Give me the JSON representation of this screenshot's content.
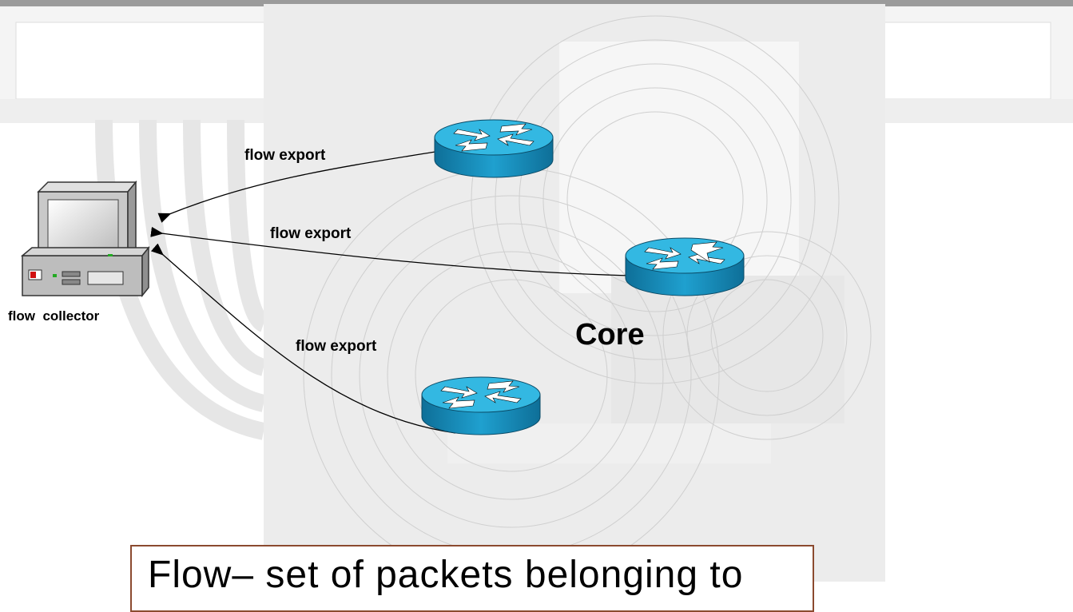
{
  "diagram": {
    "labels": {
      "export_top": "flow export",
      "export_middle": "flow export",
      "export_bottom": "flow export",
      "collector": "flow  collector",
      "core": "Core"
    },
    "caption": "Flow– set of packets belonging to"
  },
  "colors": {
    "router_fill": "#1fa0cf",
    "router_top": "#33b8e2",
    "caption_border": "#8b4a2f",
    "core_panel": "#e9e9e9",
    "header_bar": "#a0a0a0"
  }
}
